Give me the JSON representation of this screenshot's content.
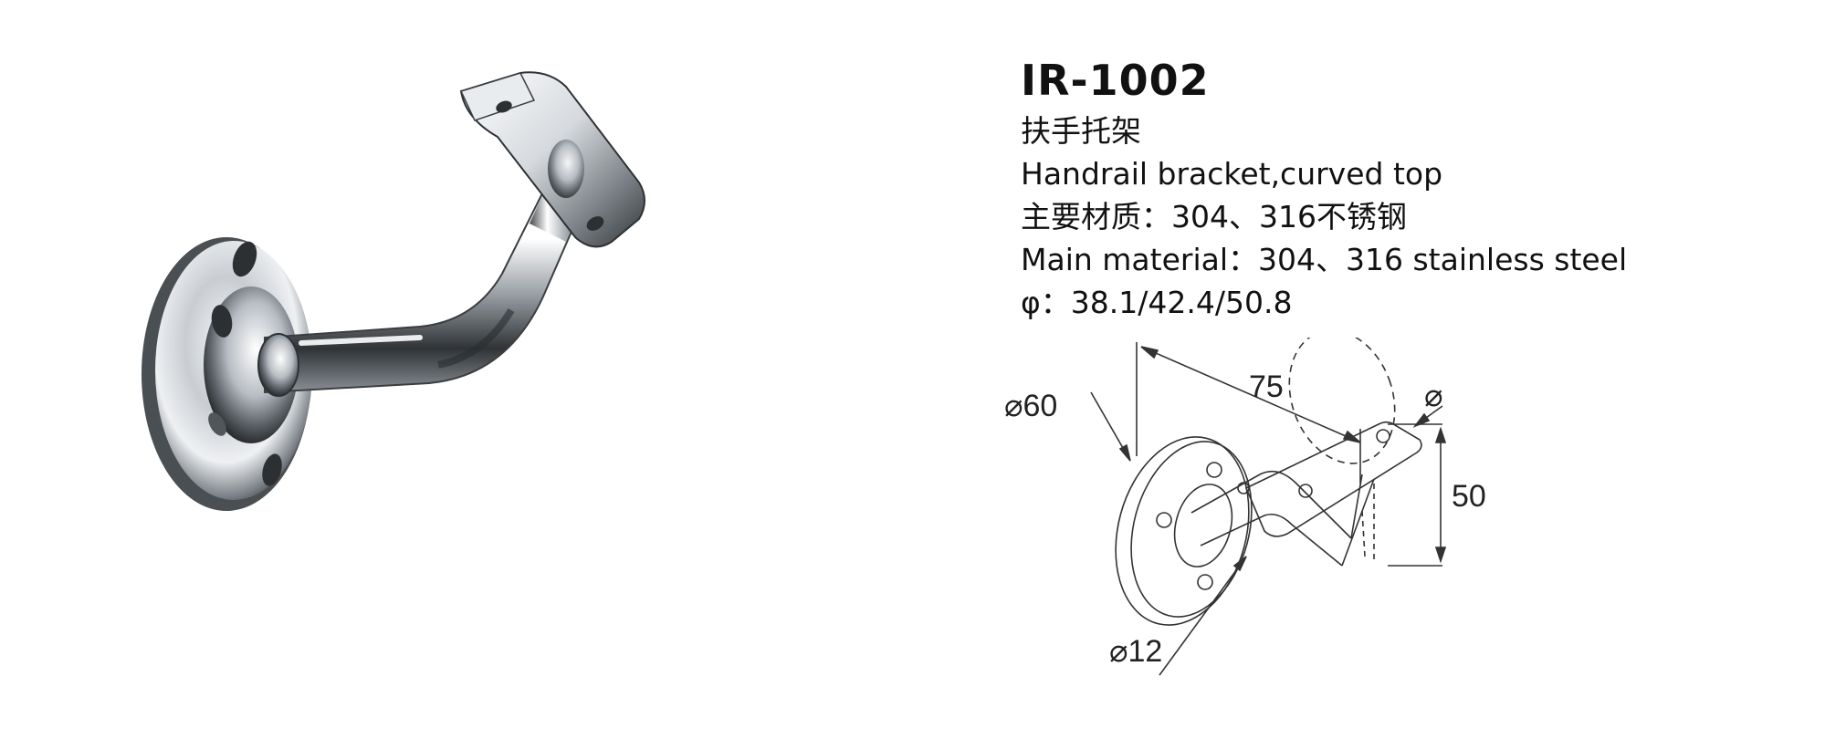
{
  "product": {
    "model": "IR-1002",
    "name_cn": "扶手托架",
    "name_en": "Handrail bracket,curved top",
    "material_cn": "主要材质：304、316不锈钢",
    "material_en": "Main material：304、316 stainless steel",
    "diameter": "φ：38.1/42.4/50.8"
  },
  "drawing": {
    "dim_75": "75",
    "dim_60": "⌀60",
    "dim_50": "50",
    "dim_12": "⌀12",
    "dim_phi": "⌀"
  },
  "colors": {
    "background": "#ffffff",
    "text": "#111111",
    "line": "#333333"
  }
}
